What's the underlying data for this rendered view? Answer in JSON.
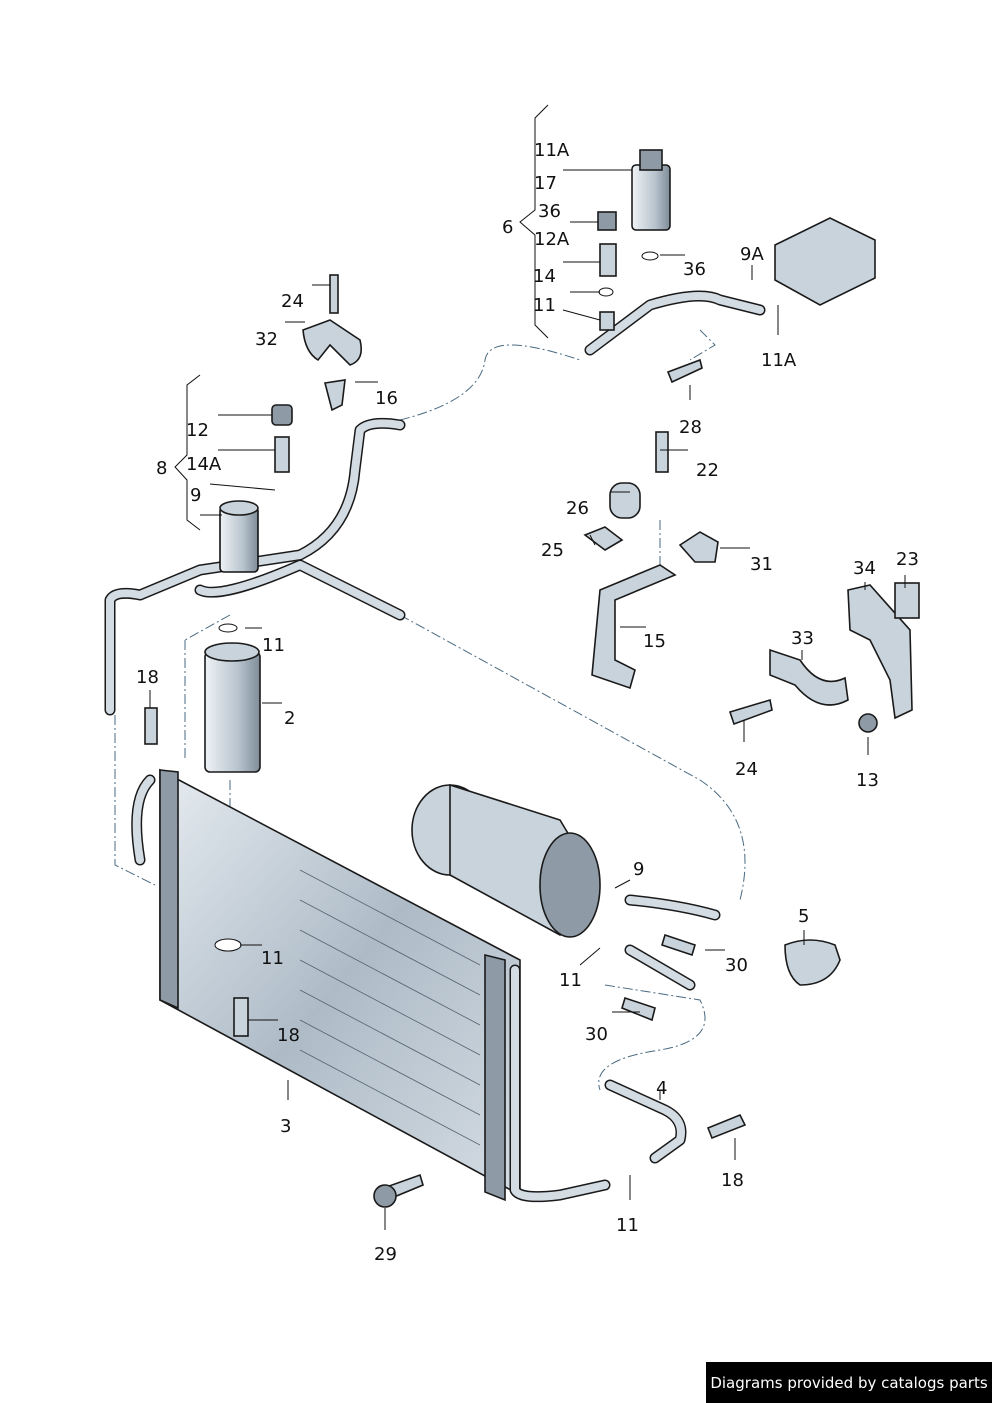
{
  "callouts": [
    "11A",
    "17",
    "36",
    "6",
    "12A",
    "14",
    "11",
    "36",
    "9A",
    "11A",
    "24",
    "32",
    "16",
    "12",
    "14A",
    "8",
    "9",
    "28",
    "22",
    "26",
    "25",
    "31",
    "15",
    "34",
    "23",
    "33",
    "24",
    "13",
    "11",
    "2",
    "18",
    "9",
    "5",
    "11",
    "18",
    "30",
    "11",
    "30",
    "4",
    "3",
    "18",
    "11",
    "29"
  ],
  "footer": "Diagrams provided by catalogs parts"
}
